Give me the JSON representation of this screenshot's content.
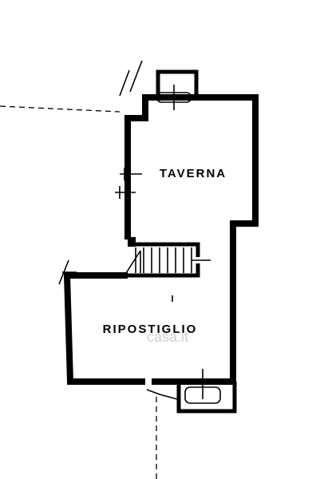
{
  "plan": {
    "rooms": [
      {
        "id": "taverna",
        "label": "TAVERNA"
      },
      {
        "id": "ripostiglio",
        "label": "RIPOSTIGLIO"
      }
    ],
    "watermark": "casa.it",
    "colors": {
      "ink": "#000000",
      "background": "#ffffff",
      "watermark": "#d0d0d0"
    }
  }
}
